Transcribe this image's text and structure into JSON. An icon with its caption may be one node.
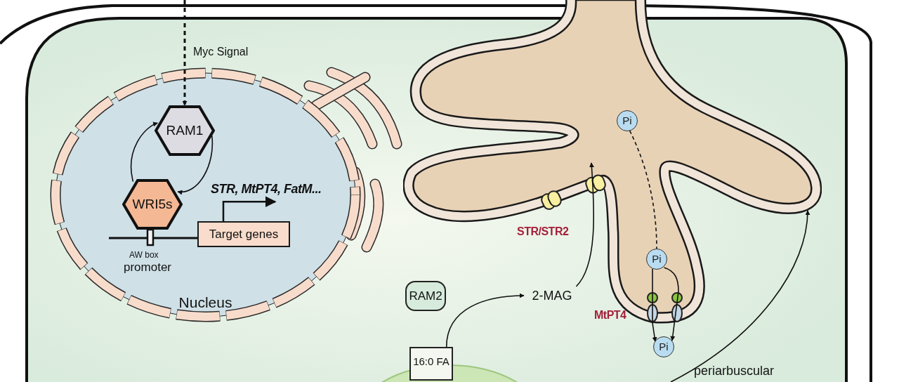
{
  "diagram": {
    "nodes": [
      {
        "text": [
          "Nucleus"
        ]
      },
      {
        "text": [
          "RAM1"
        ],
        "in": 0
      },
      {
        "text": [
          "WRI5s"
        ],
        "in": 0
      },
      {
        "text": [
          "Target genes"
        ],
        "in": 0
      },
      {
        "text": [
          "STR, MtPT4, FatM..."
        ],
        "in": 0
      },
      {
        "text": [],
        "shape": "picture"
      },
      {
        "text": [
          "Pi"
        ],
        "in": 5
      },
      {
        "text": [
          "Pi"
        ],
        "in": 5
      },
      {
        "text": [
          "Pi"
        ]
      },
      {
        "text": [
          "RAM2"
        ]
      },
      {
        "text": [
          "2-MAG"
        ]
      },
      {
        "text": [
          "16:0 FA"
        ]
      },
      {
        "text": [
          "periarbuscular"
        ]
      }
    ],
    "edges": [
      {
        "from": null,
        "to": 1,
        "arrow": "to",
        "style": "dashed",
        "label": "Myc Signal"
      },
      {
        "from": 2,
        "to": 1,
        "arrow": "to"
      },
      {
        "from": 1,
        "to": 2,
        "arrow": "to"
      },
      {
        "from": 3,
        "to": 4,
        "arrow": "to"
      },
      {
        "from": 6,
        "to": 7,
        "arrow": "none",
        "style": "dashed"
      },
      {
        "from": 7,
        "to": 8,
        "arrow": "to"
      },
      {
        "from": 11,
        "to": 10,
        "arrow": "to"
      },
      {
        "from": 10,
        "to": 5,
        "arrow": "to"
      },
      {
        "from": null,
        "to": 5,
        "arrow": "to"
      },
      {
        "from": 7,
        "to": 8,
        "arrow": "to"
      }
    ],
    "labels": [
      "AW box",
      "promoter",
      "STR/STR2",
      "MtPT4"
    ]
  }
}
